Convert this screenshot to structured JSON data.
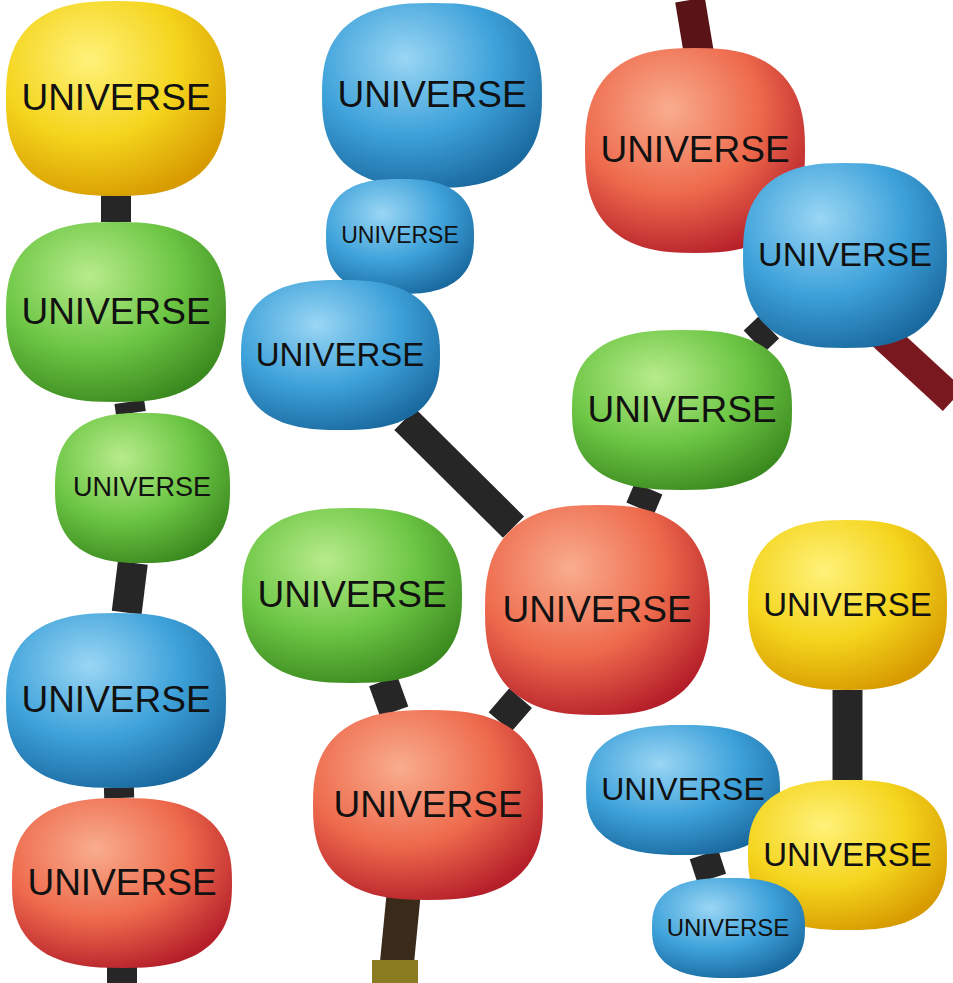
{
  "diagram": {
    "nodes": [
      {
        "text": [
          "UNIVERSE"
        ]
      },
      {
        "text": [
          "UNIVERSE"
        ]
      },
      {
        "text": [
          "UNIVERSE"
        ]
      },
      {
        "text": [
          "UNIVERSE"
        ]
      },
      {
        "text": [
          "UNIVERSE"
        ]
      },
      {
        "text": [
          "UNIVERSE"
        ]
      },
      {
        "text": [
          "UNIVERSE"
        ]
      },
      {
        "text": [
          "UNIVERSE"
        ]
      },
      {
        "text": [
          "UNIVERSE"
        ]
      },
      {
        "text": [
          "UNIVERSE"
        ]
      },
      {
        "text": [
          "UNIVERSE"
        ]
      },
      {
        "text": [
          "UNIVERSE"
        ]
      },
      {
        "text": [
          "UNIVERSE"
        ]
      },
      {
        "text": [
          "UNIVERSE"
        ]
      },
      {
        "text": [
          "UNIVERSE"
        ]
      },
      {
        "text": [
          "UNIVERSE"
        ]
      },
      {
        "text": [
          "UNIVERSE"
        ]
      },
      {
        "text": [
          "UNIVERSE"
        ]
      }
    ],
    "edges": [
      {
        "from": 0,
        "to": 5,
        "arrow": "none"
      },
      {
        "from": 5,
        "to": 8,
        "arrow": "none"
      },
      {
        "from": 8,
        "to": 12,
        "arrow": "none"
      },
      {
        "from": 12,
        "to": 16,
        "arrow": "none"
      },
      {
        "from": 1,
        "to": 4,
        "arrow": "none"
      },
      {
        "from": 4,
        "to": 6,
        "arrow": "none"
      },
      {
        "from": 6,
        "to": 10,
        "arrow": "none"
      },
      {
        "from": 3,
        "to": 7,
        "arrow": "none"
      },
      {
        "from": 7,
        "to": 10,
        "arrow": "none"
      },
      {
        "from": 10,
        "to": 14,
        "arrow": "none"
      },
      {
        "from": 9,
        "to": 14,
        "arrow": "none"
      },
      {
        "from": 11,
        "to": 15,
        "arrow": "none"
      },
      {
        "from": 13,
        "to": 17,
        "arrow": "none"
      },
      {
        "from": 17,
        "to": 15,
        "arrow": "none"
      }
    ]
  }
}
